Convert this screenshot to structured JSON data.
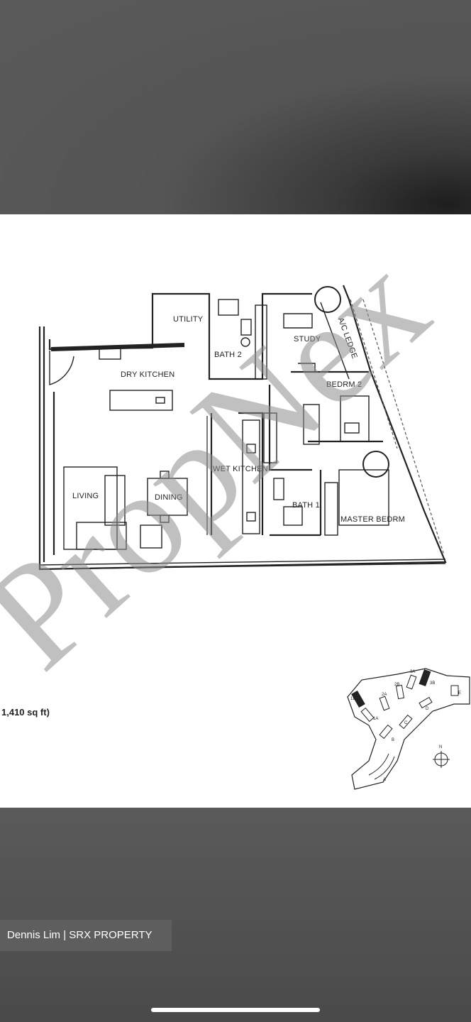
{
  "floorplan": {
    "rooms": {
      "utility": "UTILITY",
      "bath2": "BATH 2",
      "study": "STUDY",
      "ac_ledge": "A/C LEDGE",
      "dry_kitchen": "DRY KITCHEN",
      "bedrm2": "BEDRM 2",
      "living": "LIVING",
      "dining": "DINING",
      "wet_kitchen": "WET KITCHEN",
      "bath1": "BATH 1",
      "master_bedrm": "MASTER BEDRM"
    },
    "area": "1,410 sq ft)",
    "watermark": "PropNex",
    "site_plan": {
      "block_labels": [
        "1B",
        "1A",
        "2A",
        "2B",
        "3A",
        "3B",
        "A",
        "B",
        "C",
        "D",
        "E"
      ],
      "north_label": "N"
    }
  },
  "credit": {
    "text": "Dennis Lim | SRX PROPERTY"
  },
  "colors": {
    "background": "#4a4a4a",
    "viewer": "#ffffff",
    "credit_bg": "#5e5e5e",
    "ink": "#222222",
    "watermark": "#8c8c8c"
  }
}
